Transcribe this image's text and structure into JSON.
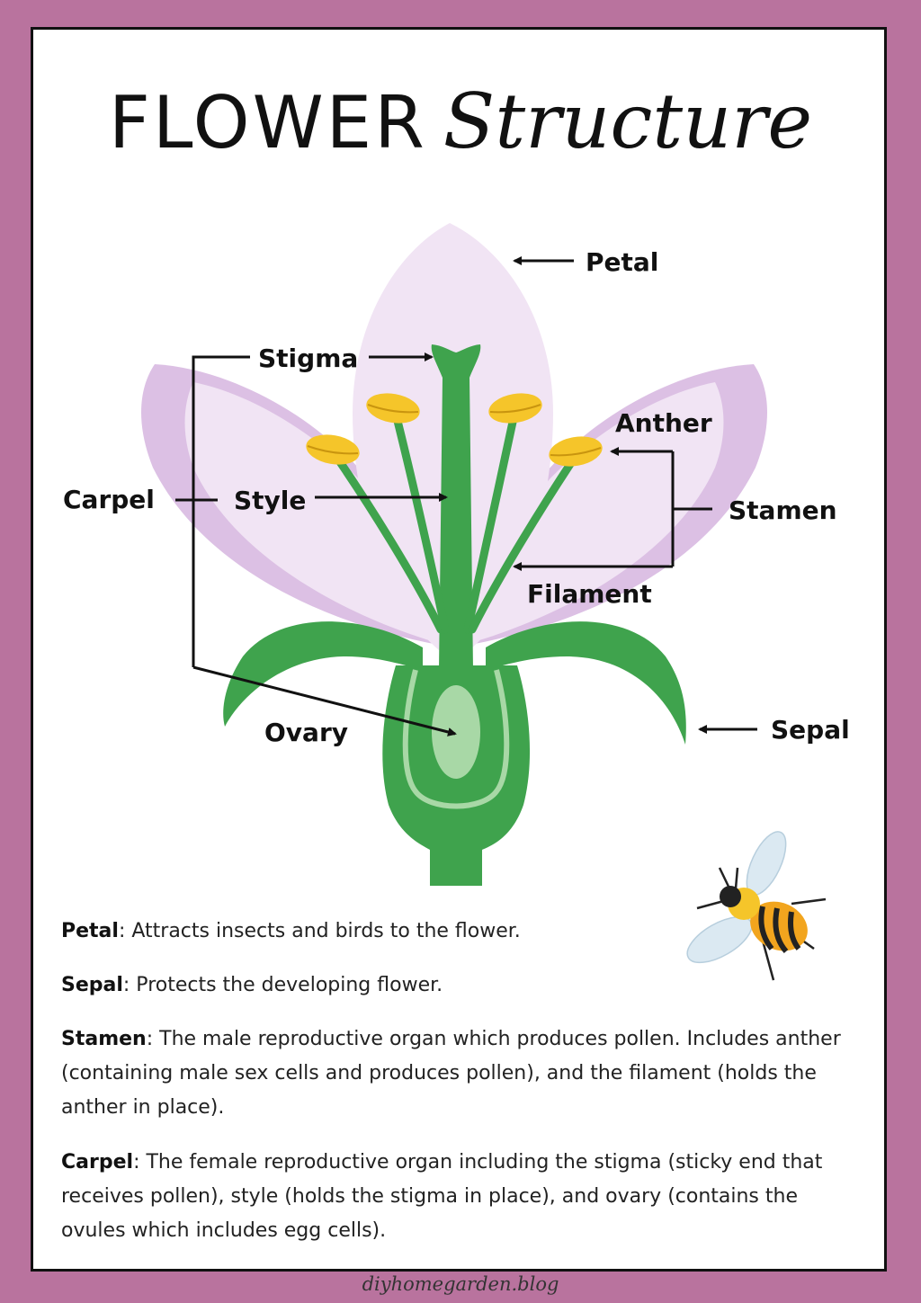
{
  "title": {
    "main": "FLOWER",
    "script": "Structure"
  },
  "labels": {
    "petal": "Petal",
    "stigma": "Stigma",
    "anther": "Anther",
    "carpel": "Carpel",
    "style": "Style",
    "stamen": "Stamen",
    "filament": "Filament",
    "ovary": "Ovary",
    "sepal": "Sepal"
  },
  "descriptions": [
    {
      "term": "Petal",
      "text": ": Attracts insects and birds to the flower."
    },
    {
      "term": "Sepal",
      "text": ": Protects the developing flower."
    },
    {
      "term": "Stamen",
      "text": ": The male reproductive organ which produces pollen. Includes anther (containing male sex cells and produces pollen), and the filament (holds the anther in place)."
    },
    {
      "term": "Carpel",
      "text": ": The female reproductive organ including the stigma (sticky end that receives pollen), style (holds the stigma in place), and ovary (contains the ovules which includes egg cells)."
    }
  ],
  "footer": "diyhomegarden.blog",
  "colors": {
    "frame": "#b9739e",
    "petal_light": "#f1e4f4",
    "petal_shade": "#dcc0e4",
    "green": "#3fa34d",
    "green_light": "#a8d8a6",
    "anther": "#f5c52a"
  }
}
